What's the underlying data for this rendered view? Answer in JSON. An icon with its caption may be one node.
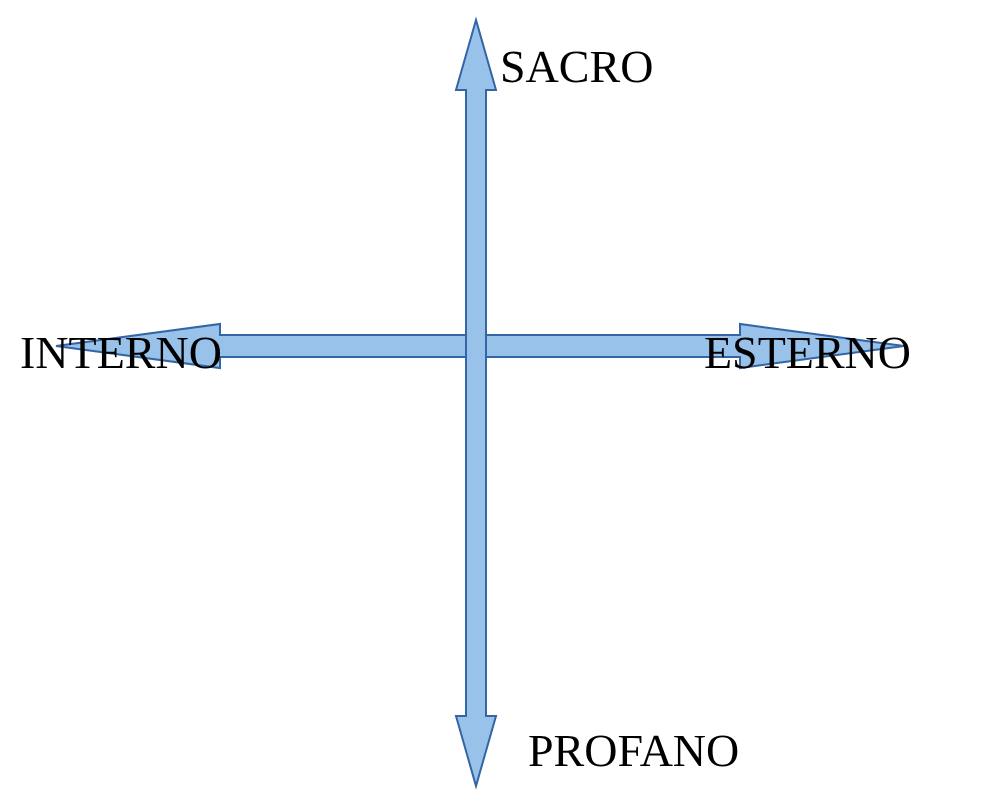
{
  "diagram": {
    "nodes": [
      {
        "text": [
          "SACRO"
        ]
      },
      {
        "text": [
          "INTERNO"
        ]
      },
      {
        "text": [
          "ESTERNO"
        ]
      },
      {
        "text": [
          "PROFANO"
        ]
      }
    ],
    "edges": [
      {
        "from": 0,
        "to": 3,
        "arrow": "both"
      },
      {
        "from": 1,
        "to": 2,
        "arrow": "both"
      }
    ]
  }
}
